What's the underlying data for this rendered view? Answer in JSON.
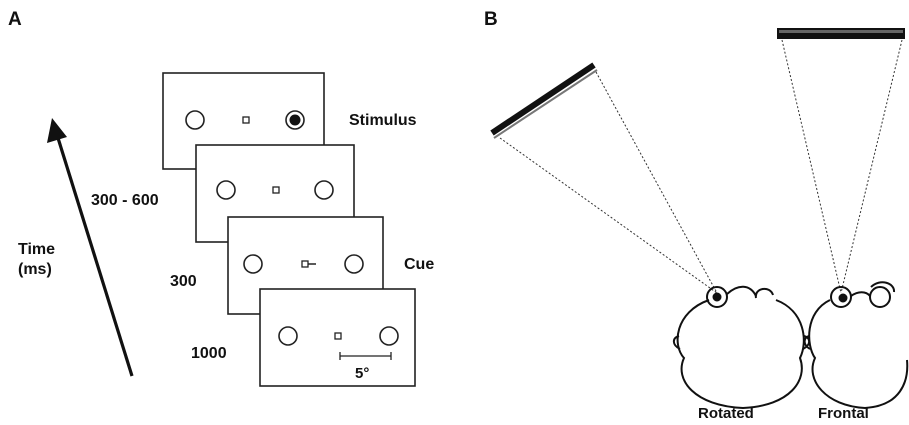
{
  "panels": {
    "a": {
      "letter": "A",
      "time_axis_label": [
        "Time",
        "(ms)"
      ],
      "frames": [
        {
          "label": "Stimulus",
          "duration": ""
        },
        {
          "label": "",
          "duration": "300 - 600"
        },
        {
          "label": "Cue",
          "duration": "300"
        },
        {
          "label": "",
          "duration": "1000"
        }
      ],
      "scale_label": "5°"
    },
    "b": {
      "letter": "B",
      "conditions": [
        "Rotated",
        "Frontal"
      ]
    }
  },
  "colors": {
    "ink": "#111111",
    "background": "#ffffff"
  }
}
